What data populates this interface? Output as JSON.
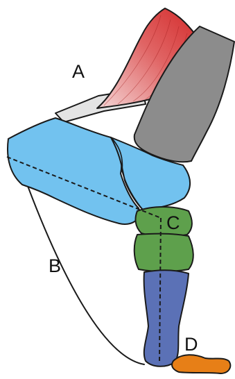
{
  "labels": {
    "a": "A",
    "b": "B",
    "c": "C",
    "d": "D"
  },
  "colors": {
    "muscle_dark": "#d42a2a",
    "muscle_light": "#f4d6d6",
    "tendon": "#e4e4e4",
    "bone_grey": "#8c8c8c",
    "bone_blue_light": "#72c2ef",
    "bone_green": "#5ea04c",
    "bone_blue_dark": "#5b71b6",
    "bone_orange": "#e77f17"
  }
}
